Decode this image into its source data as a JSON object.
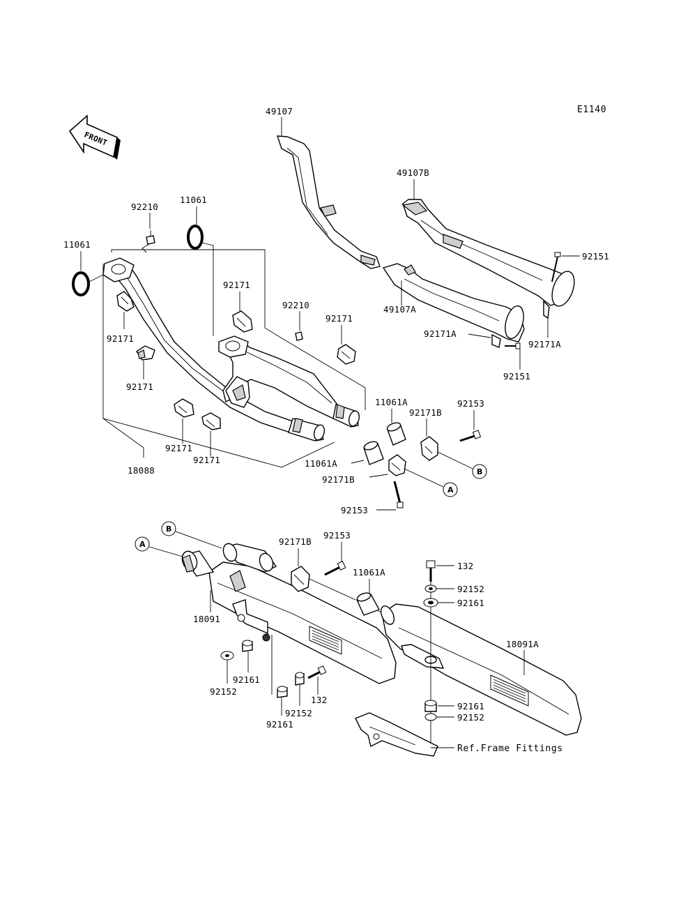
{
  "diagram_id": "E1140",
  "front_label": "FRONT",
  "ref_note": "Ref.Frame Fittings",
  "parts": {
    "p49107": "49107",
    "p49107B": "49107B",
    "p49107A": "49107A",
    "p92151_top": "92151",
    "p92151_bot": "92151",
    "p92171A_left": "92171A",
    "p92171A_right": "92171A",
    "p92210_left": "92210",
    "p92210_mid": "92210",
    "p11061_left": "11061",
    "p11061_top": "11061",
    "p92171_a": "92171",
    "p92171_b": "92171",
    "p92171_c": "92171",
    "p92171_d": "92171",
    "p92171_e": "92171",
    "p92171_f": "92171",
    "p18088": "18088",
    "p11061A_up": "11061A",
    "p11061A_low": "11061A",
    "p92153_up": "92153",
    "p92171B_up": "92171B",
    "p92171B_low": "92171B",
    "p92153_low": "92153",
    "p92171B_mid": "92171B",
    "p92153_mid": "92153",
    "p11061A_mid": "11061A",
    "p132_right": "132",
    "p92152_right_top": "92152",
    "p92161_right_top": "92161",
    "p18091": "18091",
    "p18091A": "18091A",
    "p92161_left": "92161",
    "p92152_left": "92152",
    "p132_left": "132",
    "p92152_mid": "92152",
    "p92161_low": "92161",
    "p92161_right_low": "92161",
    "p92152_right_low": "92152"
  },
  "callouts": {
    "a_upper": "A",
    "b_upper": "B",
    "a_lower": "A",
    "b_lower": "B"
  }
}
